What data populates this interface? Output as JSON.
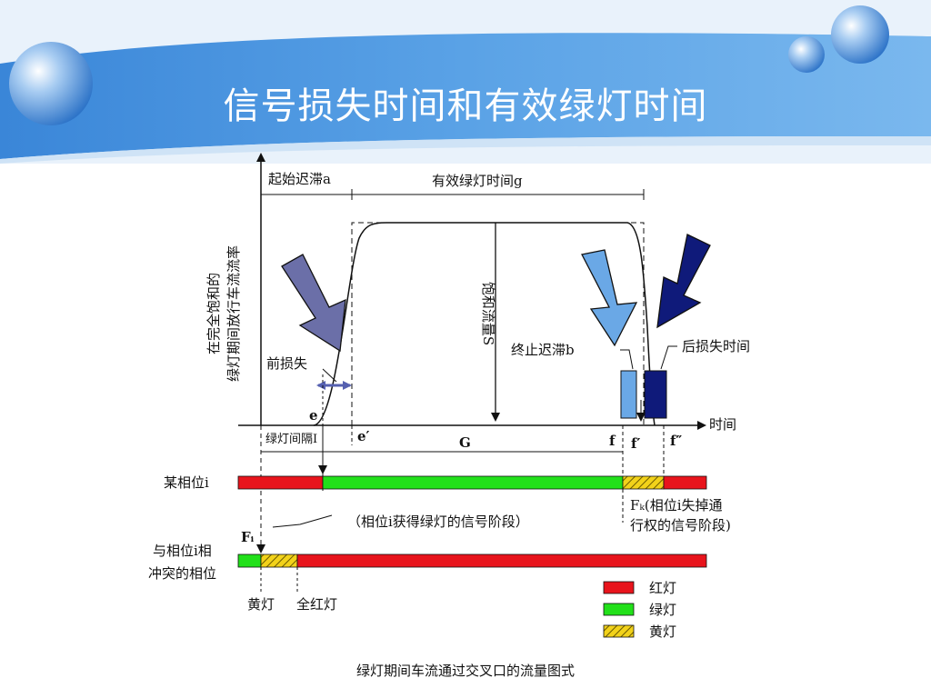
{
  "slide": {
    "title": "信号损失时间和有效绿灯时间"
  },
  "diagram": {
    "y_axis_label_line1": "在完全饱和的",
    "y_axis_label_line2": "绿灯期间放行车流流率",
    "start_delay": "起始迟滞a",
    "effective_green": "有效绿灯时间g",
    "saturation_flow": "饱和流量S",
    "front_loss": "前损失",
    "end_delay": "终止迟滞b",
    "rear_loss": "后损失时间",
    "time_axis": "时间",
    "point_e": "e",
    "point_e_prime": "e′",
    "point_f": "f",
    "point_f_prime": "f′",
    "point_f_double_prime": "f″",
    "green_interval": "绿灯间隔I",
    "span_G": "G",
    "phase_i": "某相位i",
    "Fi": "Fᵢ",
    "phase_i_green_stage": "（相位i获得绿灯的信号阶段）",
    "Fk_line1": "Fₖ(相位i失掉通",
    "Fk_line2": "行权的信号阶段)",
    "conflict_line1": "与相位i相",
    "conflict_line2": "冲突的相位",
    "yellow": "黄灯",
    "all_red": "全红灯",
    "legend": [
      {
        "label": "红灯",
        "color": "#e8141c"
      },
      {
        "label": "绿灯",
        "color": "#22e01a"
      },
      {
        "label": "黄灯",
        "color": "#e8c400"
      }
    ],
    "arrow_colors": {
      "left": "#6b6fa8",
      "middle": "#6aa8e6",
      "right": "#0f1a7a"
    }
  },
  "caption": "绿灯期间车流通过交叉口的流量图式"
}
